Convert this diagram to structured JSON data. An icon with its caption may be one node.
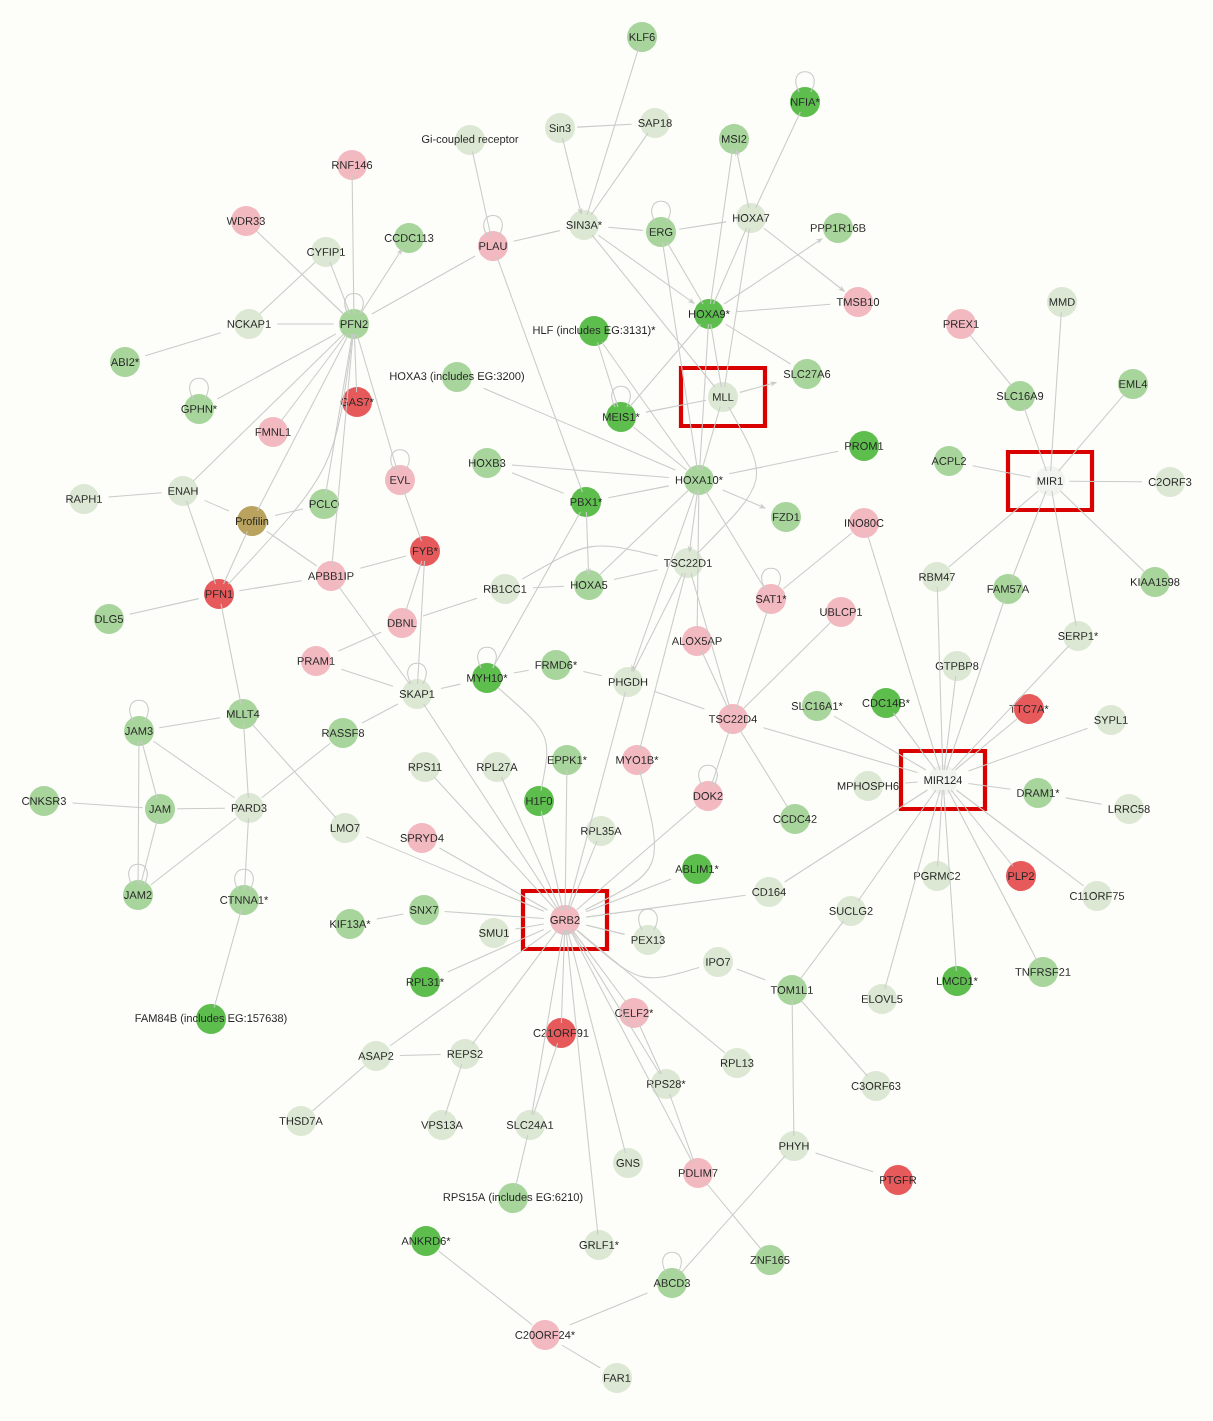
{
  "diagram": {
    "nodes": [
      {
        "text": [
          "KLF6"
        ]
      },
      {
        "text": [
          "NFIA*"
        ]
      },
      {
        "text": [
          "Sin3"
        ]
      },
      {
        "text": [
          "SAP18"
        ]
      },
      {
        "text": [
          "MSI2"
        ]
      },
      {
        "text": [
          "Gi-coupled receptor"
        ]
      },
      {
        "text": [
          "RNF146"
        ]
      },
      {
        "text": [
          "WDR33"
        ]
      },
      {
        "text": [
          "CYFIP1"
        ]
      },
      {
        "text": [
          "CCDC113"
        ]
      },
      {
        "text": [
          "PLAU"
        ]
      },
      {
        "text": [
          "SIN3A*"
        ]
      },
      {
        "text": [
          "ERG"
        ]
      },
      {
        "text": [
          "HOXA7"
        ]
      },
      {
        "text": [
          "PPP1R16B"
        ]
      },
      {
        "text": [
          "NCKAP1"
        ]
      },
      {
        "text": [
          "PFN2"
        ]
      },
      {
        "text": [
          "HLF (includes EG:3131)*"
        ]
      },
      {
        "text": [
          "HOXA9*"
        ]
      },
      {
        "text": [
          "TMSB10"
        ]
      },
      {
        "text": [
          "PREX1"
        ]
      },
      {
        "text": [
          "MMD"
        ]
      },
      {
        "text": [
          "ABI2*"
        ]
      },
      {
        "text": [
          "HOXA3 (includes EG:3200)"
        ]
      },
      {
        "text": [
          "SLC27A6"
        ]
      },
      {
        "text": [
          "GPHN*"
        ]
      },
      {
        "text": [
          "GAS7*"
        ]
      },
      {
        "text": [
          "FMNL1"
        ]
      },
      {
        "text": [
          "MLL"
        ]
      },
      {
        "text": [
          "MEIS1*"
        ]
      },
      {
        "text": [
          "SLC16A9"
        ]
      },
      {
        "text": [
          "EML4"
        ]
      },
      {
        "text": [
          "HOXB3"
        ]
      },
      {
        "text": [
          "EVL"
        ]
      },
      {
        "text": [
          "PROM1"
        ]
      },
      {
        "text": [
          "ACPL2"
        ]
      },
      {
        "text": [
          "MIR1"
        ]
      },
      {
        "text": [
          "C2ORF3"
        ]
      },
      {
        "text": [
          "RAPH1"
        ]
      },
      {
        "text": [
          "ENAH"
        ]
      },
      {
        "text": [
          "Profilin"
        ]
      },
      {
        "text": [
          "PCLO"
        ]
      },
      {
        "text": [
          "PBX1*"
        ]
      },
      {
        "text": [
          "HOXA10*"
        ]
      },
      {
        "text": [
          "FZD1"
        ]
      },
      {
        "text": [
          "INO80C"
        ]
      },
      {
        "text": [
          "FYB*"
        ]
      },
      {
        "text": [
          "APBB1IP"
        ]
      },
      {
        "text": [
          "PFN1"
        ]
      },
      {
        "text": [
          "RB1CC1"
        ]
      },
      {
        "text": [
          "HOXA5"
        ]
      },
      {
        "text": [
          "TSC22D1"
        ]
      },
      {
        "text": [
          "SAT1*"
        ]
      },
      {
        "text": [
          "UBLCP1"
        ]
      },
      {
        "text": [
          "RBM47"
        ]
      },
      {
        "text": [
          "FAM57A"
        ]
      },
      {
        "text": [
          "KIAA1598"
        ]
      },
      {
        "text": [
          "DLG5"
        ]
      },
      {
        "text": [
          "DBNL"
        ]
      },
      {
        "text": [
          "ALOX5AP"
        ]
      },
      {
        "text": [
          "SERP1*"
        ]
      },
      {
        "text": [
          "PRAM1"
        ]
      },
      {
        "text": [
          "SKAP1"
        ]
      },
      {
        "text": [
          "MYH10*"
        ]
      },
      {
        "text": [
          "FRMD6*"
        ]
      },
      {
        "text": [
          "PHGDH"
        ]
      },
      {
        "text": [
          "GTPBP8"
        ]
      },
      {
        "text": [
          "JAM3"
        ]
      },
      {
        "text": [
          "MLLT4"
        ]
      },
      {
        "text": [
          "RASSF8"
        ]
      },
      {
        "text": [
          "TSC22D4"
        ]
      },
      {
        "text": [
          "SLC16A1*"
        ]
      },
      {
        "text": [
          "CDC14B*"
        ]
      },
      {
        "text": [
          "TTC7A*"
        ]
      },
      {
        "text": [
          "SYPL1"
        ]
      },
      {
        "text": [
          "RPS11"
        ]
      },
      {
        "text": [
          "RPL27A"
        ]
      },
      {
        "text": [
          "EPPK1*"
        ]
      },
      {
        "text": [
          "MYO1B*"
        ]
      },
      {
        "text": [
          "CNKSR3"
        ]
      },
      {
        "text": [
          "JAM"
        ]
      },
      {
        "text": [
          "PARD3"
        ]
      },
      {
        "text": [
          "LMO7"
        ]
      },
      {
        "text": [
          "DOK2"
        ]
      },
      {
        "text": [
          "MPHOSPH6"
        ]
      },
      {
        "text": [
          "MIR124"
        ]
      },
      {
        "text": [
          "DRAM1*"
        ]
      },
      {
        "text": [
          "LRRC58"
        ]
      },
      {
        "text": [
          "SPRYD4"
        ]
      },
      {
        "text": [
          "H1F0"
        ]
      },
      {
        "text": [
          "RPL35A"
        ]
      },
      {
        "text": [
          "CCDC42"
        ]
      },
      {
        "text": [
          "ABLIM1*"
        ]
      },
      {
        "text": [
          "CD164"
        ]
      },
      {
        "text": [
          "PGRMC2"
        ]
      },
      {
        "text": [
          "PLP2"
        ]
      },
      {
        "text": [
          "C11ORF75"
        ]
      },
      {
        "text": [
          "JAM2"
        ]
      },
      {
        "text": [
          "CTNNA1*"
        ]
      },
      {
        "text": [
          "KIF13A*"
        ]
      },
      {
        "text": [
          "SNX7"
        ]
      },
      {
        "text": [
          "SMU1"
        ]
      },
      {
        "text": [
          "GRB2"
        ]
      },
      {
        "text": [
          "PEX13"
        ]
      },
      {
        "text": [
          "SUCLG2"
        ]
      },
      {
        "text": [
          "IPO7"
        ]
      },
      {
        "text": [
          "TOM1L1"
        ]
      },
      {
        "text": [
          "ELOVL5"
        ]
      },
      {
        "text": [
          "LMCD1*"
        ]
      },
      {
        "text": [
          "TNFRSF21"
        ]
      },
      {
        "text": [
          "RPL31*"
        ]
      },
      {
        "text": [
          "FAM84B (includes EG:157638)"
        ]
      },
      {
        "text": [
          "CELF2*"
        ]
      },
      {
        "text": [
          "C21ORF91"
        ]
      },
      {
        "text": [
          "ASAP2"
        ]
      },
      {
        "text": [
          "REPS2"
        ]
      },
      {
        "text": [
          "RPL13"
        ]
      },
      {
        "text": [
          "RPS28*"
        ]
      },
      {
        "text": [
          "C3ORF63"
        ]
      },
      {
        "text": [
          "THSD7A"
        ]
      },
      {
        "text": [
          "VPS13A"
        ]
      },
      {
        "text": [
          "SLC24A1"
        ]
      },
      {
        "text": [
          "PHYH"
        ]
      },
      {
        "text": [
          "GNS"
        ]
      },
      {
        "text": [
          "PDLIM7"
        ]
      },
      {
        "text": [
          "PTGFR"
        ]
      },
      {
        "text": [
          "RPS15A (includes EG:6210)"
        ]
      },
      {
        "text": [
          "ANKRD6*"
        ]
      },
      {
        "text": [
          "GRLF1*"
        ]
      },
      {
        "text": [
          "ZNF165"
        ]
      },
      {
        "text": [
          "ABCD3"
        ]
      },
      {
        "text": [
          "C20ORF24*"
        ]
      },
      {
        "text": [
          "FAR1"
        ]
      }
    ],
    "edges": [
      {
        "from": 16,
        "to": 6,
        "arrow": "none"
      },
      {
        "from": 16,
        "to": 7,
        "arrow": "none"
      },
      {
        "from": 16,
        "to": 8,
        "arrow": "none"
      },
      {
        "from": 16,
        "to": 9,
        "arrow": "to"
      },
      {
        "from": 16,
        "to": 15,
        "arrow": "none"
      },
      {
        "from": 16,
        "to": 10,
        "arrow": "none"
      },
      {
        "from": 16,
        "to": 25,
        "arrow": "none"
      },
      {
        "from": 16,
        "to": 26,
        "arrow": "none"
      },
      {
        "from": 16,
        "to": 27,
        "arrow": "none"
      },
      {
        "from": 16,
        "to": 39,
        "arrow": "none"
      },
      {
        "from": 16,
        "to": 40,
        "arrow": "none"
      },
      {
        "from": 16,
        "to": 41,
        "arrow": "none"
      },
      {
        "from": 16,
        "to": 48,
        "arrow": "none"
      },
      {
        "from": 16,
        "to": 47,
        "arrow": "none"
      },
      {
        "from": 16,
        "to": 33,
        "arrow": "none"
      },
      {
        "from": 22,
        "to": 15,
        "arrow": "none"
      },
      {
        "from": 8,
        "to": 15,
        "arrow": "none"
      },
      {
        "from": 10,
        "to": 5,
        "arrow": "none"
      },
      {
        "from": 10,
        "to": 11,
        "arrow": "none"
      },
      {
        "from": 10,
        "to": 42,
        "arrow": "none"
      },
      {
        "from": 2,
        "to": 11,
        "arrow": "to"
      },
      {
        "from": 11,
        "to": 3,
        "arrow": "none"
      },
      {
        "from": 11,
        "to": 0,
        "arrow": "none"
      },
      {
        "from": 11,
        "to": 12,
        "arrow": "none"
      },
      {
        "from": 11,
        "to": 18,
        "arrow": "to"
      },
      {
        "from": 11,
        "to": 28,
        "arrow": "none"
      },
      {
        "from": 2,
        "to": 3,
        "arrow": "none"
      },
      {
        "from": 12,
        "to": 13,
        "arrow": "none"
      },
      {
        "from": 12,
        "to": 18,
        "arrow": "none"
      },
      {
        "from": 12,
        "to": 43,
        "arrow": "none"
      },
      {
        "from": 13,
        "to": 1,
        "arrow": "none"
      },
      {
        "from": 13,
        "to": 4,
        "arrow": "to"
      },
      {
        "from": 13,
        "to": 18,
        "arrow": "none"
      },
      {
        "from": 13,
        "to": 19,
        "arrow": "to"
      },
      {
        "from": 13,
        "to": 28,
        "arrow": "none"
      },
      {
        "from": 18,
        "to": 14,
        "arrow": "to"
      },
      {
        "from": 18,
        "to": 4,
        "arrow": "none"
      },
      {
        "from": 18,
        "to": 19,
        "arrow": "none"
      },
      {
        "from": 18,
        "to": 28,
        "arrow": "none"
      },
      {
        "from": 18,
        "to": 43,
        "arrow": "none"
      },
      {
        "from": 18,
        "to": 29,
        "arrow": "none"
      },
      {
        "from": 18,
        "to": 24,
        "arrow": "none"
      },
      {
        "from": 28,
        "to": 29,
        "arrow": "none"
      },
      {
        "from": 28,
        "to": 43,
        "arrow": "none"
      },
      {
        "from": 28,
        "to": 24,
        "arrow": "to"
      },
      {
        "from": 28,
        "to": 51,
        "arrow": "none"
      },
      {
        "from": 43,
        "to": 29,
        "arrow": "none"
      },
      {
        "from": 43,
        "to": 42,
        "arrow": "none"
      },
      {
        "from": 43,
        "to": 34,
        "arrow": "none"
      },
      {
        "from": 43,
        "to": 44,
        "arrow": "to"
      },
      {
        "from": 43,
        "to": 51,
        "arrow": "to"
      },
      {
        "from": 43,
        "to": 50,
        "arrow": "none"
      },
      {
        "from": 43,
        "to": 32,
        "arrow": "none"
      },
      {
        "from": 43,
        "to": 23,
        "arrow": "none"
      },
      {
        "from": 43,
        "to": 52,
        "arrow": "none"
      },
      {
        "from": 43,
        "to": 59,
        "arrow": "none"
      },
      {
        "from": 43,
        "to": 65,
        "arrow": "to"
      },
      {
        "from": 43,
        "to": 17,
        "arrow": "none"
      },
      {
        "from": 17,
        "to": 29,
        "arrow": "none"
      },
      {
        "from": 32,
        "to": 42,
        "arrow": "none"
      },
      {
        "from": 42,
        "to": 50,
        "arrow": "to"
      },
      {
        "from": 42,
        "to": 63,
        "arrow": "none"
      },
      {
        "from": 51,
        "to": 70,
        "arrow": "none"
      },
      {
        "from": 51,
        "to": 50,
        "arrow": "none"
      },
      {
        "from": 51,
        "to": 49,
        "arrow": "none"
      },
      {
        "from": 51,
        "to": 65,
        "arrow": "none"
      },
      {
        "from": 51,
        "to": 78,
        "arrow": "none"
      },
      {
        "from": 49,
        "to": 58,
        "arrow": "none"
      },
      {
        "from": 49,
        "to": 50,
        "arrow": "none"
      },
      {
        "from": 70,
        "to": 65,
        "arrow": "none"
      },
      {
        "from": 70,
        "to": 59,
        "arrow": "none"
      },
      {
        "from": 70,
        "to": 52,
        "arrow": "none"
      },
      {
        "from": 70,
        "to": 53,
        "arrow": "none"
      },
      {
        "from": 70,
        "to": 91,
        "arrow": "none"
      },
      {
        "from": 70,
        "to": 83,
        "arrow": "none"
      },
      {
        "from": 70,
        "to": 85,
        "arrow": "none"
      },
      {
        "from": 52,
        "to": 45,
        "arrow": "none"
      },
      {
        "from": 85,
        "to": 71,
        "arrow": "none"
      },
      {
        "from": 85,
        "to": 72,
        "arrow": "none"
      },
      {
        "from": 85,
        "to": 66,
        "arrow": "none"
      },
      {
        "from": 85,
        "to": 55,
        "arrow": "none"
      },
      {
        "from": 85,
        "to": 54,
        "arrow": "none"
      },
      {
        "from": 85,
        "to": 45,
        "arrow": "none"
      },
      {
        "from": 85,
        "to": 73,
        "arrow": "none"
      },
      {
        "from": 85,
        "to": 60,
        "arrow": "none"
      },
      {
        "from": 85,
        "to": 74,
        "arrow": "none"
      },
      {
        "from": 85,
        "to": 86,
        "arrow": "none"
      },
      {
        "from": 85,
        "to": 84,
        "arrow": "none"
      },
      {
        "from": 85,
        "to": 93,
        "arrow": "none"
      },
      {
        "from": 85,
        "to": 104,
        "arrow": "none"
      },
      {
        "from": 85,
        "to": 94,
        "arrow": "none"
      },
      {
        "from": 85,
        "to": 95,
        "arrow": "none"
      },
      {
        "from": 85,
        "to": 96,
        "arrow": "none"
      },
      {
        "from": 85,
        "to": 108,
        "arrow": "none"
      },
      {
        "from": 85,
        "to": 109,
        "arrow": "none"
      },
      {
        "from": 85,
        "to": 107,
        "arrow": "none"
      },
      {
        "from": 86,
        "to": 87,
        "arrow": "none"
      },
      {
        "from": 36,
        "to": 35,
        "arrow": "none"
      },
      {
        "from": 36,
        "to": 30,
        "arrow": "none"
      },
      {
        "from": 36,
        "to": 21,
        "arrow": "none"
      },
      {
        "from": 36,
        "to": 31,
        "arrow": "none"
      },
      {
        "from": 36,
        "to": 37,
        "arrow": "none"
      },
      {
        "from": 36,
        "to": 56,
        "arrow": "none"
      },
      {
        "from": 36,
        "to": 60,
        "arrow": "none"
      },
      {
        "from": 36,
        "to": 55,
        "arrow": "none"
      },
      {
        "from": 36,
        "to": 54,
        "arrow": "none"
      },
      {
        "from": 20,
        "to": 30,
        "arrow": "none"
      },
      {
        "from": 46,
        "to": 33,
        "arrow": "none"
      },
      {
        "from": 46,
        "to": 47,
        "arrow": "none"
      },
      {
        "from": 46,
        "to": 58,
        "arrow": "none"
      },
      {
        "from": 46,
        "to": 62,
        "arrow": "none"
      },
      {
        "from": 47,
        "to": 48,
        "arrow": "none"
      },
      {
        "from": 47,
        "to": 62,
        "arrow": "none"
      },
      {
        "from": 47,
        "to": 40,
        "arrow": "none"
      },
      {
        "from": 48,
        "to": 57,
        "arrow": "none"
      },
      {
        "from": 48,
        "to": 68,
        "arrow": "none"
      },
      {
        "from": 48,
        "to": 39,
        "arrow": "none"
      },
      {
        "from": 48,
        "to": 40,
        "arrow": "none"
      },
      {
        "from": 39,
        "to": 38,
        "arrow": "none"
      },
      {
        "from": 39,
        "to": 40,
        "arrow": "none"
      },
      {
        "from": 41,
        "to": 40,
        "arrow": "none"
      },
      {
        "from": 58,
        "to": 61,
        "arrow": "none"
      },
      {
        "from": 61,
        "to": 62,
        "arrow": "none"
      },
      {
        "from": 62,
        "to": 69,
        "arrow": "none"
      },
      {
        "from": 62,
        "to": 63,
        "arrow": "none"
      },
      {
        "from": 62,
        "to": 102,
        "arrow": "none"
      },
      {
        "from": 63,
        "to": 64,
        "arrow": "none"
      },
      {
        "from": 64,
        "to": 65,
        "arrow": "none"
      },
      {
        "from": 63,
        "to": 89,
        "arrow": "none"
      },
      {
        "from": 68,
        "to": 81,
        "arrow": "none"
      },
      {
        "from": 68,
        "to": 67,
        "arrow": "none"
      },
      {
        "from": 68,
        "to": 82,
        "arrow": "none"
      },
      {
        "from": 67,
        "to": 80,
        "arrow": "none"
      },
      {
        "from": 67,
        "to": 97,
        "arrow": "none"
      },
      {
        "from": 67,
        "to": 81,
        "arrow": "none"
      },
      {
        "from": 80,
        "to": 79,
        "arrow": "none"
      },
      {
        "from": 80,
        "to": 97,
        "arrow": "none"
      },
      {
        "from": 80,
        "to": 81,
        "arrow": "none"
      },
      {
        "from": 97,
        "to": 81,
        "arrow": "none"
      },
      {
        "from": 81,
        "to": 98,
        "arrow": "none"
      },
      {
        "from": 81,
        "to": 69,
        "arrow": "none"
      },
      {
        "from": 98,
        "to": 111,
        "arrow": "none"
      },
      {
        "from": 102,
        "to": 82,
        "arrow": "none"
      },
      {
        "from": 102,
        "to": 88,
        "arrow": "none"
      },
      {
        "from": 102,
        "to": 89,
        "arrow": "none"
      },
      {
        "from": 102,
        "to": 75,
        "arrow": "none"
      },
      {
        "from": 102,
        "to": 76,
        "arrow": "none"
      },
      {
        "from": 102,
        "to": 77,
        "arrow": "none"
      },
      {
        "from": 102,
        "to": 90,
        "arrow": "none"
      },
      {
        "from": 102,
        "to": 65,
        "arrow": "none"
      },
      {
        "from": 102,
        "to": 78,
        "arrow": "none"
      },
      {
        "from": 102,
        "to": 83,
        "arrow": "none"
      },
      {
        "from": 102,
        "to": 92,
        "arrow": "none"
      },
      {
        "from": 102,
        "to": 93,
        "arrow": "none"
      },
      {
        "from": 102,
        "to": 103,
        "arrow": "none"
      },
      {
        "from": 102,
        "to": 105,
        "arrow": "none"
      },
      {
        "from": 102,
        "to": 101,
        "arrow": "none"
      },
      {
        "from": 102,
        "to": 100,
        "arrow": "none"
      },
      {
        "from": 102,
        "to": 110,
        "arrow": "none"
      },
      {
        "from": 102,
        "to": 114,
        "arrow": "none"
      },
      {
        "from": 102,
        "to": 115,
        "arrow": "none"
      },
      {
        "from": 102,
        "to": 113,
        "arrow": "none"
      },
      {
        "from": 102,
        "to": 121,
        "arrow": "none"
      },
      {
        "from": 102,
        "to": 123,
        "arrow": "none"
      },
      {
        "from": 102,
        "to": 117,
        "arrow": "none"
      },
      {
        "from": 102,
        "to": 112,
        "arrow": "none"
      },
      {
        "from": 102,
        "to": 116,
        "arrow": "none"
      },
      {
        "from": 102,
        "to": 128,
        "arrow": "none"
      },
      {
        "from": 102,
        "to": 124,
        "arrow": "none"
      },
      {
        "from": 99,
        "to": 100,
        "arrow": "none"
      },
      {
        "from": 114,
        "to": 115,
        "arrow": "none"
      },
      {
        "from": 114,
        "to": 119,
        "arrow": "none"
      },
      {
        "from": 115,
        "to": 120,
        "arrow": "none"
      },
      {
        "from": 121,
        "to": 126,
        "arrow": "none"
      },
      {
        "from": 121,
        "to": 113,
        "arrow": "none"
      },
      {
        "from": 112,
        "to": 117,
        "arrow": "none"
      },
      {
        "from": 117,
        "to": 124,
        "arrow": "none"
      },
      {
        "from": 124,
        "to": 129,
        "arrow": "none"
      },
      {
        "from": 106,
        "to": 105,
        "arrow": "none"
      },
      {
        "from": 106,
        "to": 122,
        "arrow": "none"
      },
      {
        "from": 106,
        "to": 118,
        "arrow": "none"
      },
      {
        "from": 106,
        "to": 104,
        "arrow": "none"
      },
      {
        "from": 122,
        "to": 125,
        "arrow": "none"
      },
      {
        "from": 122,
        "to": 130,
        "arrow": "none"
      },
      {
        "from": 130,
        "to": 131,
        "arrow": "none"
      },
      {
        "from": 127,
        "to": 131,
        "arrow": "none"
      },
      {
        "from": 131,
        "to": 132,
        "arrow": "none"
      },
      {
        "from": 1,
        "to": 1,
        "arrow": "none"
      },
      {
        "from": 16,
        "to": 16,
        "arrow": "none"
      },
      {
        "from": 10,
        "to": 10,
        "arrow": "none"
      },
      {
        "from": 25,
        "to": 25,
        "arrow": "none"
      },
      {
        "from": 33,
        "to": 33,
        "arrow": "none"
      },
      {
        "from": 12,
        "to": 12,
        "arrow": "none"
      },
      {
        "from": 29,
        "to": 29,
        "arrow": "none"
      },
      {
        "from": 52,
        "to": 52,
        "arrow": "none"
      },
      {
        "from": 67,
        "to": 67,
        "arrow": "none"
      },
      {
        "from": 97,
        "to": 97,
        "arrow": "none"
      },
      {
        "from": 98,
        "to": 98,
        "arrow": "none"
      },
      {
        "from": 62,
        "to": 62,
        "arrow": "none"
      },
      {
        "from": 63,
        "to": 63,
        "arrow": "none"
      },
      {
        "from": 83,
        "to": 83,
        "arrow": "none"
      },
      {
        "from": 103,
        "to": 103,
        "arrow": "none"
      },
      {
        "from": 130,
        "to": 130,
        "arrow": "none"
      }
    ]
  }
}
